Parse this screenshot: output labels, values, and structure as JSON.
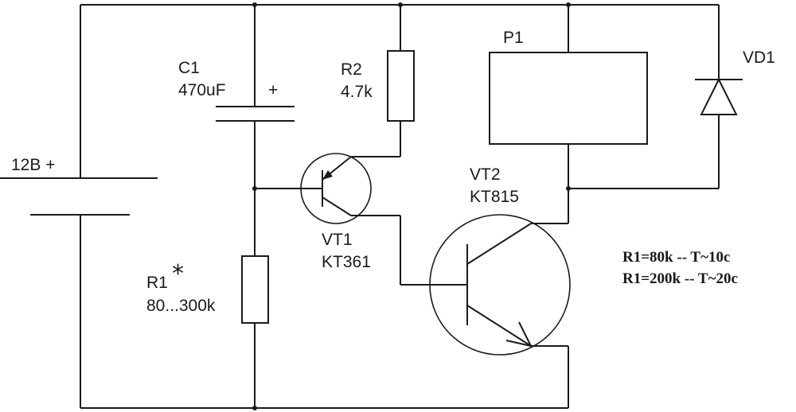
{
  "battery": {
    "label": "12В +"
  },
  "capacitor": {
    "name": "C1",
    "value": "470uF",
    "polarity": "+"
  },
  "r2": {
    "name": "R2",
    "value": "4.7k"
  },
  "relay": {
    "name": "P1"
  },
  "diode": {
    "name": "VD1"
  },
  "vt1": {
    "name": "VT1",
    "type": "KT361"
  },
  "vt2": {
    "name": "VT2",
    "type": "KT815"
  },
  "r1": {
    "name": "R1",
    "mark": "*",
    "value": "80...300k"
  },
  "notes": [
    "R1=80k -- T~10c",
    "R1=200k -- T~20c"
  ]
}
